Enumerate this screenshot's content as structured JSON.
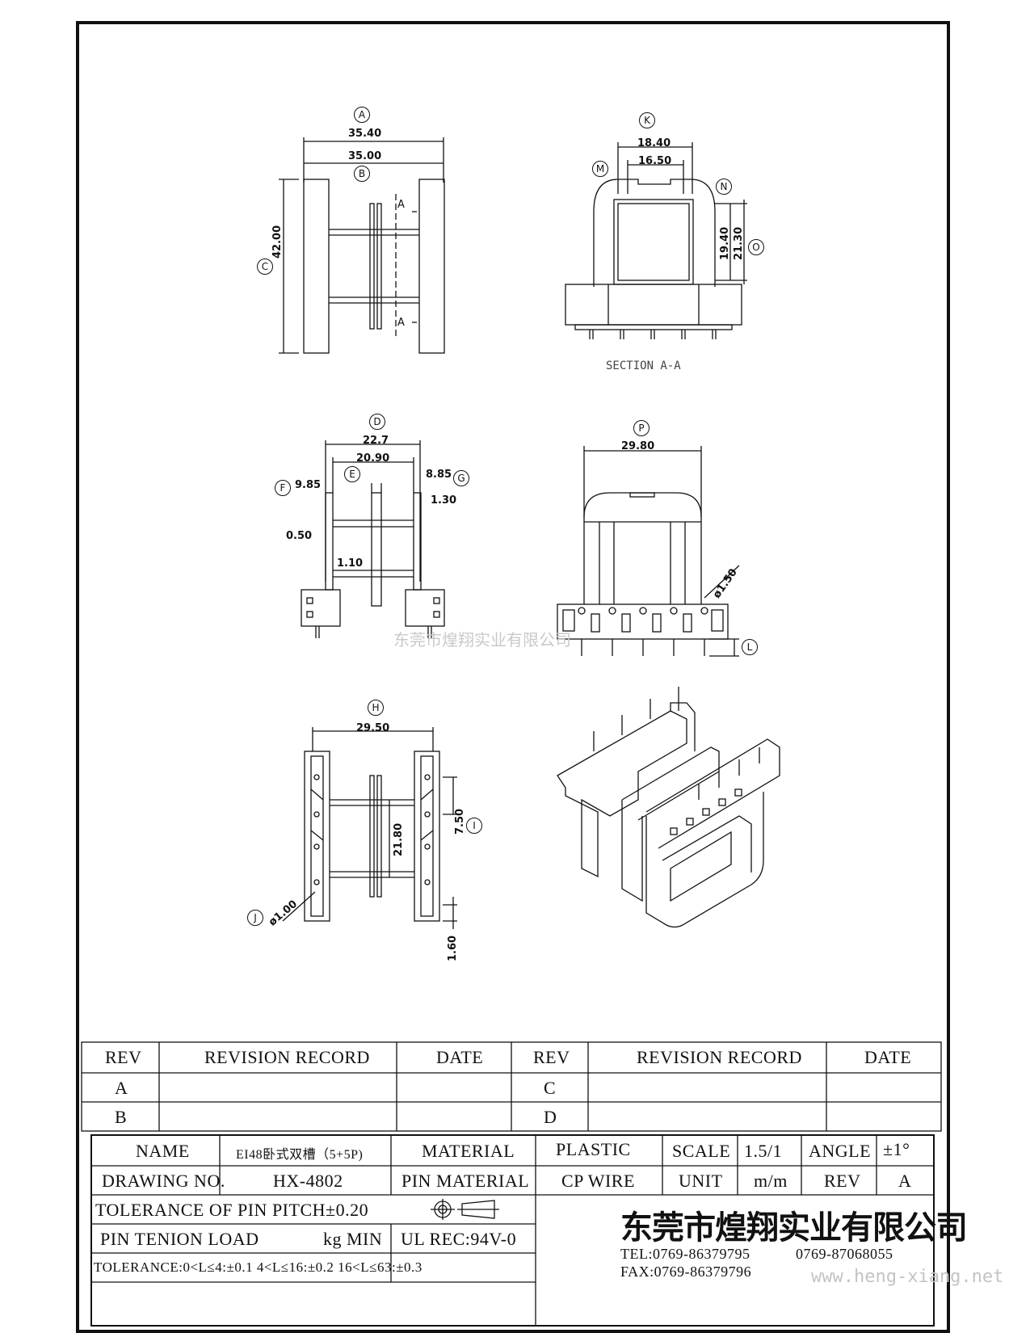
{
  "views": {
    "top": {
      "labels": {
        "a": "A",
        "b": "B",
        "c": "C"
      },
      "dims": {
        "outer_width": "35.40",
        "inner_width": "35.00",
        "height": "42.00"
      },
      "section_mark": "A"
    },
    "section": {
      "labels": {
        "k": "K",
        "m": "M",
        "n": "N",
        "o": "O"
      },
      "dims": {
        "outer_width": "18.40",
        "inner_width": "16.50",
        "inner_height": "19.40",
        "outer_height": "21.30"
      },
      "caption": "SECTION A-A"
    },
    "side": {
      "labels": {
        "d": "D",
        "e": "E",
        "f": "F",
        "g": "G"
      },
      "dims": {
        "total_width": "22.7",
        "slot_width": "20.90",
        "left_slot": "9.85",
        "right_slot": "8.85",
        "flange_thk": "1.30",
        "wall": "0.50",
        "divider": "1.10"
      }
    },
    "front": {
      "labels": {
        "p": "P",
        "l": "L"
      },
      "dims": {
        "width": "29.80",
        "pin_dia": "ø1.50"
      }
    },
    "bottom": {
      "labels": {
        "h": "H",
        "i": "I",
        "j": "J"
      },
      "dims": {
        "width": "29.50",
        "core": "21.80",
        "pitch": "7.50",
        "pin_dia": "ø1.00",
        "pin_len": "1.60"
      }
    }
  },
  "watermark": "东莞市煌翔实业有限公司",
  "website": "www.heng-xiang.net",
  "revision_table": {
    "headers": [
      "REV",
      "REVISION RECORD",
      "DATE",
      "REV",
      "REVISION RECORD",
      "DATE"
    ],
    "rows": [
      [
        "A",
        "",
        "",
        "C",
        "",
        ""
      ],
      [
        "B",
        "",
        "",
        "D",
        "",
        ""
      ]
    ]
  },
  "title_block": {
    "name_label": "NAME",
    "name_value": "EI48卧式双槽（5+5P)",
    "material_label": "MATERIAL",
    "material_value": "PLASTIC",
    "scale_label": "SCALE",
    "scale_value": "1.5/1",
    "angle_label": "ANGLE",
    "angle_value": "±1°",
    "drawing_no_label": "DRAWING NO.",
    "drawing_no_value": "HX-4802",
    "pin_material_label": "PIN MATERIAL",
    "pin_material_value": "CP WIRE",
    "unit_label": "UNIT",
    "unit_value": "m/m",
    "rev_label": "REV",
    "rev_value": "A",
    "tolerance_pitch": "TOLERANCE OF PIN PITCH±0.20",
    "pin_tension_label": "PIN TENION LOAD",
    "pin_tension_unit": "kg MIN",
    "ul_rec": "UL REC:94V-0",
    "tolerance_general": "TOLERANCE:0<L≤4:±0.1  4<L≤16:±0.2  16<L≤63:±0.3",
    "company": "东莞市煌翔实业有限公司",
    "tel": "TEL:0769-86379795",
    "tel2": "0769-87068055",
    "fax": "FAX:0769-86379796"
  }
}
